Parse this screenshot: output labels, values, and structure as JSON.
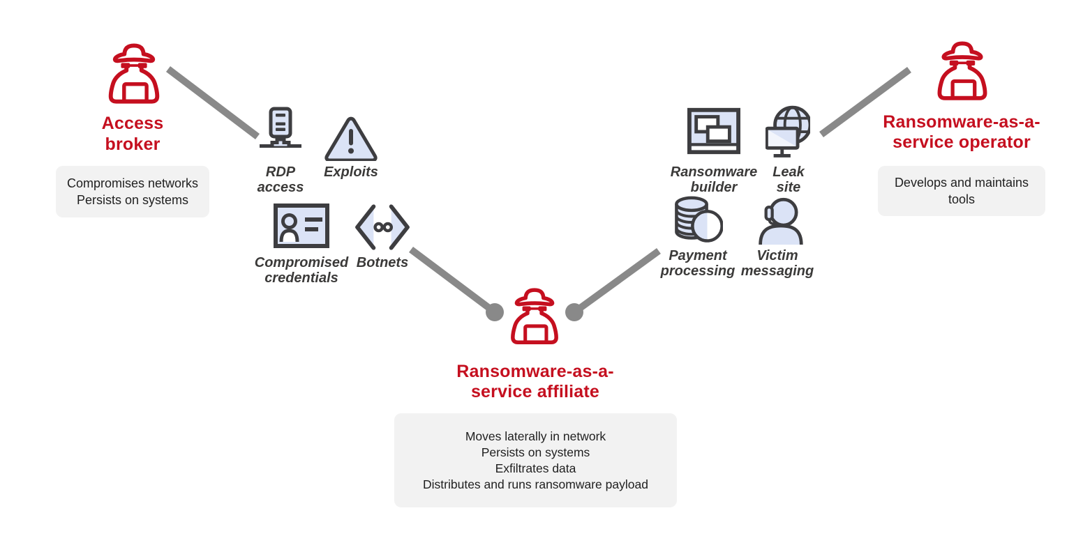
{
  "palette": {
    "actor_red": "#C50F1F",
    "icon_stroke": "#3D3D40",
    "icon_fill": "#DBE3F6",
    "connector_gray": "#898989",
    "note_bg": "#F2F2F2",
    "note_text": "#1F1F1F",
    "label_text": "#3B3A39",
    "background": "#FFFFFF"
  },
  "actors": {
    "access_broker": {
      "icon": "hacker-icon",
      "name_lines": [
        "Access",
        "broker"
      ],
      "notes": [
        "Compromises networks",
        "Persists on systems"
      ]
    },
    "affiliate": {
      "icon": "hacker-icon",
      "name_lines": [
        "Ransomware-as-a-",
        "service affiliate"
      ],
      "notes": [
        "Moves laterally in network",
        "Persists on systems",
        "Exfiltrates data",
        "Distributes and runs ransomware payload"
      ]
    },
    "operator": {
      "icon": "hacker-icon",
      "name_lines": [
        "Ransomware-as-a-",
        "service operator"
      ],
      "notes": [
        "Develops and maintains",
        "tools"
      ]
    }
  },
  "affiliate_tools": [
    {
      "icon": "rdp-server-icon",
      "label_lines": [
        "RDP",
        "access"
      ]
    },
    {
      "icon": "warning-triangle-icon",
      "label_lines": [
        "Exploits"
      ]
    },
    {
      "icon": "id-card-icon",
      "label_lines": [
        "Compromised",
        "credentials"
      ]
    },
    {
      "icon": "code-brackets-icon",
      "label_lines": [
        "Botnets"
      ]
    }
  ],
  "operator_tools": [
    {
      "icon": "app-window-icon",
      "label_lines": [
        "Ransomware",
        "builder"
      ]
    },
    {
      "icon": "globe-monitor-icon",
      "label_lines": [
        "Leak",
        "site"
      ]
    },
    {
      "icon": "coins-icon",
      "label_lines": [
        "Payment",
        "processing"
      ]
    },
    {
      "icon": "headset-person-icon",
      "label_lines": [
        "Victim",
        "messaging"
      ]
    }
  ]
}
